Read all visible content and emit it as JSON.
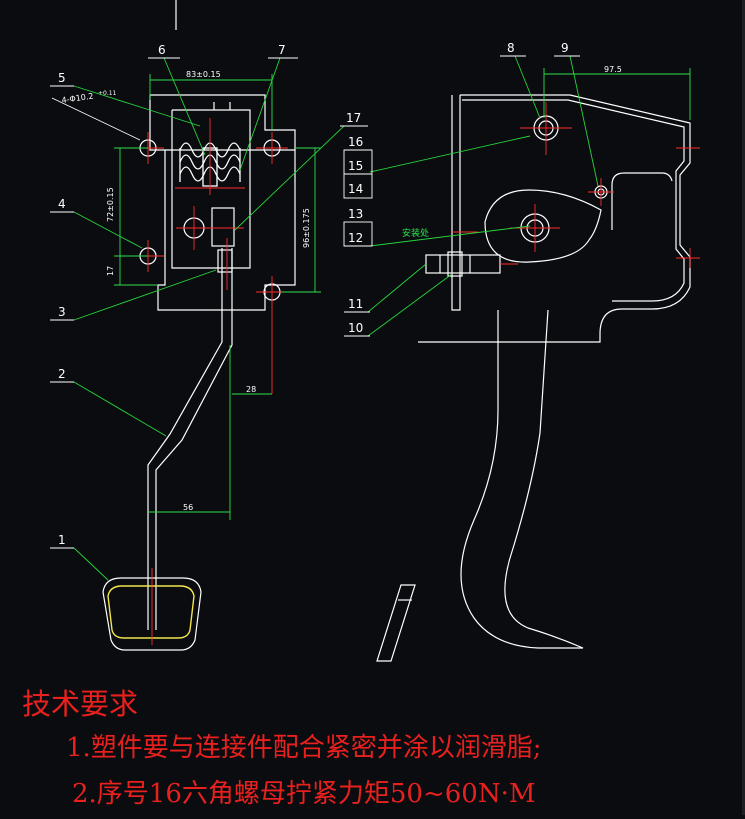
{
  "colors": {
    "background": "#0a0c10",
    "outline": "#ffffff",
    "leader": "#27d43a",
    "centerline": "#ff2a2a",
    "dimension": "#2ee04a",
    "highlight": "#f2e64b",
    "notes": "#e8201e"
  },
  "balloons": {
    "b1": "1",
    "b2": "2",
    "b3": "3",
    "b4": "4",
    "b5": "5",
    "b6": "6",
    "b7": "7",
    "b8": "8",
    "b9": "9",
    "b10": "10",
    "b11": "11",
    "b12": "12",
    "b13": "13",
    "b14": "14",
    "b15": "15",
    "b16": "16",
    "b17": "17"
  },
  "dimensions": {
    "top_width": "83±0.15",
    "hole_spec": "4-Φ10.2",
    "hole_tol": "+0.11",
    "left_vertical": "72±0.15",
    "left_small": "17",
    "right_vertical": "96±0.175",
    "offset_28": "28",
    "offset_56": "56",
    "side_width": "97.5"
  },
  "annotations": {
    "install_point": "安装处"
  },
  "notes": {
    "title": "技术要求",
    "line1": "1.塑件要与连接件配合紧密并涂以润滑脂;",
    "line2": "2.序号16六角螺母拧紧力矩50~60N·M"
  }
}
